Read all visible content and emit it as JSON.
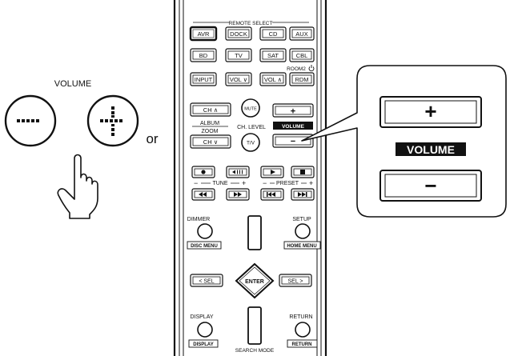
{
  "volume_left": {
    "label": "VOLUME"
  },
  "or_text": "or",
  "remote": {
    "remote_select": "REMOTE SELECT",
    "row1": [
      "AVR",
      "DOCK",
      "CD",
      "AUX"
    ],
    "row2": [
      "BD",
      "TV",
      "SAT",
      "CBL"
    ],
    "room2": "ROOM2",
    "row3": [
      "INPUT",
      "VOL ∨",
      "VOL ∧",
      "RDM"
    ],
    "ch_up": "CH ∧",
    "ch_down": "CH ∨",
    "album": "ALBUM",
    "zoom": "ZOOM",
    "mute": "MUTE",
    "ch_level": "CH. LEVEL",
    "tv": "T/V",
    "vol_plus": "+",
    "vol_minus": "−",
    "volume_tag": "VOLUME",
    "tune": "TUNE",
    "preset": "PRESET",
    "minus_sign": "−",
    "plus_sign": "+",
    "dimmer": "DIMMER",
    "disc_menu": "DISC MENU",
    "setup": "SETUP",
    "home_menu": "HOME MENU",
    "sel_left": "< SEL",
    "enter": "ENTER",
    "sel_right": "SEL >",
    "display": "DISPLAY",
    "display_tag": "DISPLAY",
    "search_mode": "SEARCH MODE",
    "return": "RETURN",
    "return_tag": "RETURN"
  },
  "callout": {
    "plus": "+",
    "label": "VOLUME",
    "minus": "−"
  }
}
